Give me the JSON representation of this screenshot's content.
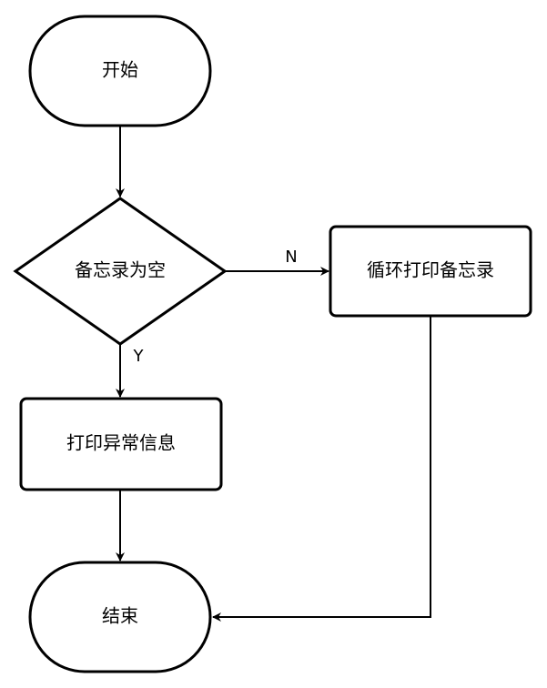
{
  "nodes": {
    "start": "开始",
    "decision": "备忘录为空",
    "loop_print": "循环打印备忘录",
    "print_error": "打印异常信息",
    "end": "结束"
  },
  "edges": {
    "no": "N",
    "yes": "Y"
  }
}
